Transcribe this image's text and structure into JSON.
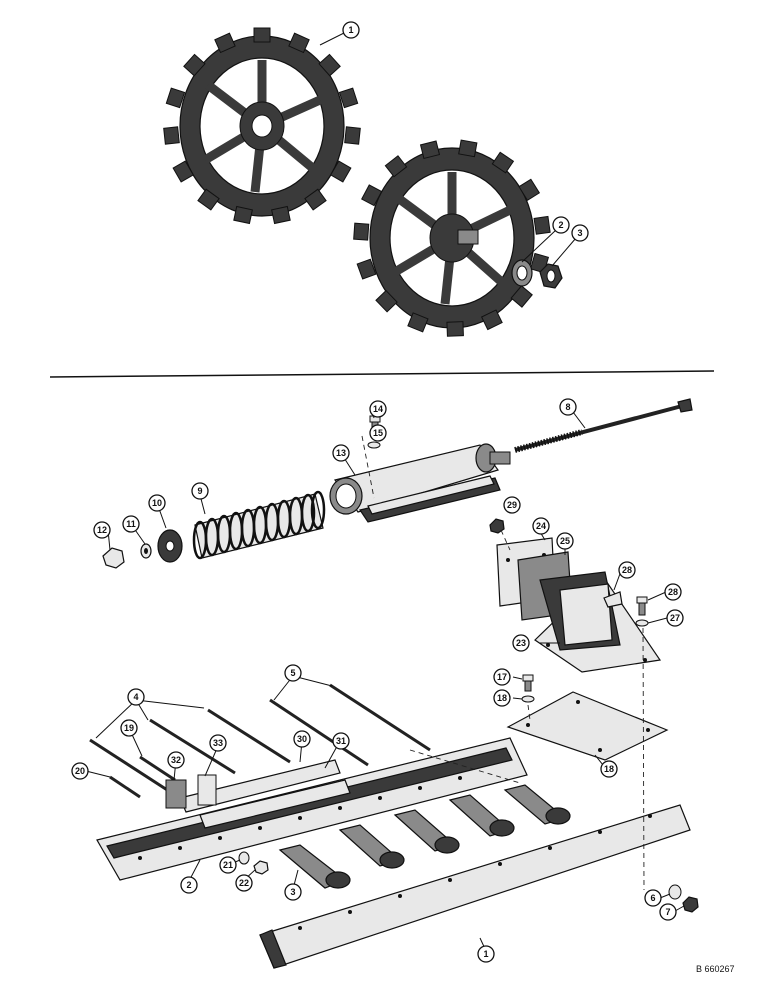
{
  "figure": {
    "reference_code": "B 660267",
    "callouts": [
      {
        "id": "c1-top",
        "label": "1"
      },
      {
        "id": "c2-top",
        "label": "2"
      },
      {
        "id": "c3-top",
        "label": "3"
      },
      {
        "id": "c8",
        "label": "8"
      },
      {
        "id": "c14",
        "label": "14"
      },
      {
        "id": "c15",
        "label": "15"
      },
      {
        "id": "c13",
        "label": "13"
      },
      {
        "id": "c9",
        "label": "9"
      },
      {
        "id": "c10",
        "label": "10"
      },
      {
        "id": "c11",
        "label": "11"
      },
      {
        "id": "c12",
        "label": "12"
      },
      {
        "id": "c29",
        "label": "29"
      },
      {
        "id": "c24",
        "label": "24"
      },
      {
        "id": "c25",
        "label": "25"
      },
      {
        "id": "c28a",
        "label": "28"
      },
      {
        "id": "c28b",
        "label": "28"
      },
      {
        "id": "c27",
        "label": "27"
      },
      {
        "id": "c23",
        "label": "23"
      },
      {
        "id": "c17",
        "label": "17"
      },
      {
        "id": "c18a",
        "label": "18"
      },
      {
        "id": "c18b",
        "label": "18"
      },
      {
        "id": "c5",
        "label": "5"
      },
      {
        "id": "c4",
        "label": "4"
      },
      {
        "id": "c19",
        "label": "19"
      },
      {
        "id": "c33",
        "label": "33"
      },
      {
        "id": "c30",
        "label": "30"
      },
      {
        "id": "c31",
        "label": "31"
      },
      {
        "id": "c32",
        "label": "32"
      },
      {
        "id": "c20",
        "label": "20"
      },
      {
        "id": "c21",
        "label": "21"
      },
      {
        "id": "c22",
        "label": "22"
      },
      {
        "id": "c2-bot",
        "label": "2"
      },
      {
        "id": "c3-bot",
        "label": "3"
      },
      {
        "id": "c1-bot",
        "label": "1"
      },
      {
        "id": "c6",
        "label": "6"
      },
      {
        "id": "c7",
        "label": "7"
      }
    ]
  }
}
